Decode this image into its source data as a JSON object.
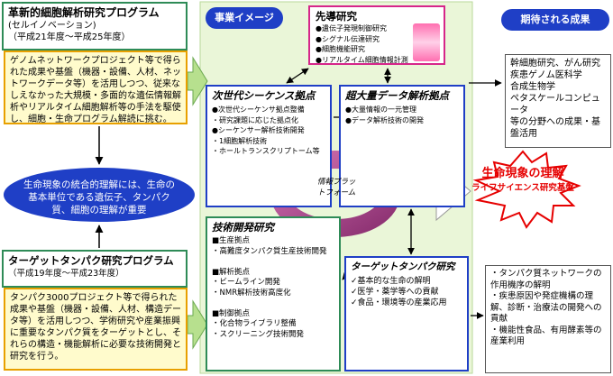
{
  "left": {
    "program1": {
      "title": "革新的細胞解析研究プログラム",
      "subtitle": "(セルイノベーション)\n（平成21年度～平成25年度）",
      "description": "ゲノムネットワークプロジェクト等で得られた成果や基盤（機器・設備、人材、ネットワークデータ等）を活用しつつ、従来なしえなかった大規模・多面的な遺伝情報解析やリアルタイム細胞解析等の手法を駆使し、細胞・生命プログラム解読に挑む。"
    },
    "ellipse_text": "生命現象の統合的理解には、生命の基本単位である遺伝子、タンパク質、細胞の理解が重要",
    "program2": {
      "title": "ターゲットタンパク研究プログラム",
      "subtitle": "（平成19年度～平成23年度）",
      "description": "タンパク3000プロジェクト等で得られた成果や基盤（機器・設備、人材、構造データ等）を活用しつつ、学術研究や産業振興に重要なタンパク質をターゲットとし、それらの構造・機能解析に必要な技術開発と研究を行う。"
    }
  },
  "center": {
    "label": "事業イメージ",
    "sendou": {
      "title": "先導研究",
      "items": "●遺伝子発現制御研究\n●シグナル伝達研究\n●細胞機能研究\n●リアルタイム細胞情報計測"
    },
    "jisedai": {
      "title": "次世代シーケンス拠点",
      "items": "●次世代シーケンサ拠点整備\n・研究課題に応じた拠点化\n●シーケンサー解析技術開発\n・1細胞解析技術\n・ホールトランスクリプトーム等"
    },
    "choudai": {
      "title": "超大量データ解析拠点",
      "items": "●大量情報の一元管理\n●データ解析技術の開発"
    },
    "platform": "情報プラットフォーム",
    "gijutsu": {
      "title": "技術開発研究",
      "items": "■生産拠点\n・高難度タンパク質生産技術開発\n\n■解析拠点\n・ビームライン開発\n・NMR解析技術高度化\n\n■制御拠点\n・化合物ライブラリ整備\n・スクリーニング技術開発"
    },
    "target": {
      "title": "ターゲットタンパク研究",
      "items": "✓基本的な生命の解明\n✓医学・薬学等への貢献\n✓食品・環境等の産業応用"
    }
  },
  "right": {
    "label": "期待される成果",
    "top_text": "幹細胞研究、がん研究\n疾患ゲノム医科学\n合成生物学\nペタスケールコンピュータ\n等の分野への成果・基盤活用",
    "star_line1": "生命現象の理解",
    "star_line2": "ライフサイエンス研究基盤",
    "bottom_text": "・タンパク質ネットワークの作用機序の解明\n・疾患原因や発症機構の理解、診断・治療法の開発への貢献\n・機能性食品、有用酵素等の産業利用"
  },
  "colors": {
    "blue": "#1f3fc6",
    "green_border": "#2e8b57",
    "yellow_fill": "#fffbcc",
    "orange_border": "#e8a000",
    "panel_green": "#eaf6d8",
    "magenta_border": "#d6268a",
    "red_text": "#e60000"
  }
}
